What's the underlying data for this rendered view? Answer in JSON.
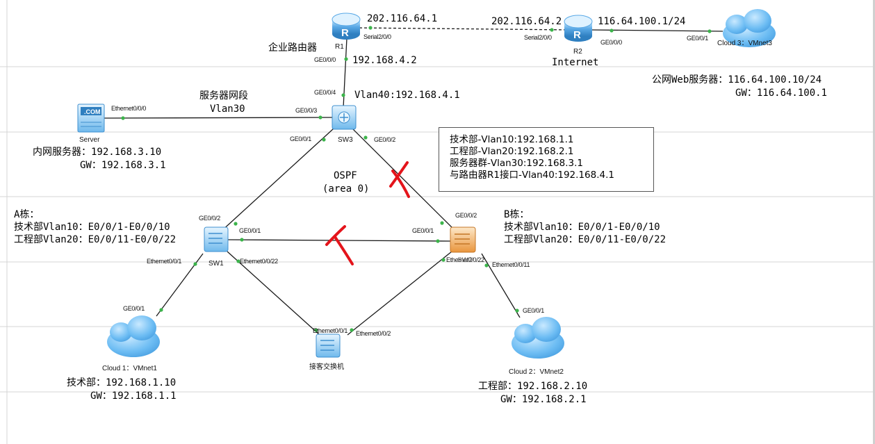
{
  "devices": {
    "r1": {
      "name": "R1",
      "role": "企业路由器"
    },
    "r2": {
      "name": "R2",
      "role": "Internet"
    },
    "sw3": {
      "name": "SW3"
    },
    "sw1": {
      "name": "SW1"
    },
    "sw2": {
      "name": "SW2"
    },
    "server": {
      "name": "Server",
      "badge": ".COM"
    },
    "access_switch": {
      "name": "接客交换机"
    },
    "cloud1": {
      "name": "Cloud 1：VMnet1"
    },
    "cloud2": {
      "name": "Cloud 2：VMnet2"
    },
    "cloud3": {
      "name": "Cloud 3：VMnet3"
    }
  },
  "ports": {
    "r1_serial": "Serial2/0/0",
    "r1_ge": "GE0/0/0",
    "r2_serial": "Serial2/0/0",
    "r2_ge": "GE0/0/0",
    "cloud3_ge": "GE0/0/1",
    "sw3_ge4": "GE0/0/4",
    "sw3_ge3": "GE0/0/3",
    "sw3_ge1": "GE0/0/1",
    "sw3_ge2": "GE0/0/2",
    "server_eth": "Ethernet0/0/0",
    "sw1_ge2": "GE0/0/2",
    "sw1_ge1": "GE0/0/1",
    "sw1_eth1": "Ethernet0/0/1",
    "sw1_eth22": "Ethernet0/0/22",
    "sw2_ge2": "GE0/0/2",
    "sw2_ge1": "GE0/0/1",
    "sw2_eth22": "Ethernet0/0/22",
    "sw2_eth11": "Ethernet0/0/11",
    "cloud1_ge": "GE0/0/1",
    "cloud2_ge": "GE0/0/1",
    "acc_eth1": "Ethernet0/0/1",
    "acc_eth2": "Ethernet0/0/2"
  },
  "labels": {
    "r1_ip_serial": "202.116.64.1",
    "r2_ip_serial": "202.116.64.2",
    "r2_ip_ge": "116.64.100.1/24",
    "r1_ip_ge": "192.168.4.2",
    "sw3_vlan40": "Vlan40:192.168.4.1",
    "server_segment": "服务器网段",
    "server_vlan": "Vlan30",
    "server_ip": "内网服务器：192.168.3.10",
    "server_gw": "GW：192.168.3.1",
    "web_server_ip": "公网Web服务器：116.64.100.10/24",
    "web_server_gw": "GW：116.64.100.1",
    "ospf": "OSPF",
    "ospf_area": "(area 0)",
    "building_a_title": "A栋：",
    "building_a_tech": "技术部Vlan10：E0/0/1-E0/0/10",
    "building_a_eng": "工程部Vlan20：E0/0/11-E0/0/22",
    "building_b_title": "B栋：",
    "building_b_tech": "技术部Vlan10：E0/0/1-E0/0/10",
    "building_b_eng": "工程部Vlan20：E0/0/11-E0/0/22",
    "tech_ip": "技术部：192.168.1.10",
    "tech_gw": "GW：192.168.1.1",
    "eng_ip": "工程部：192.168.2.10",
    "eng_gw": "GW：192.168.2.1"
  },
  "legend": [
    "技术部-Vlan10:192.168.1.1",
    "工程部-Vlan20:192.168.2.1",
    "服务器群-Vlan30:192.168.3.1",
    "与路由器R1接口-Vlan40:192.168.4.1"
  ],
  "colors": {
    "link": "#1a1a1a",
    "port_dot": "#3cb44b",
    "grid": "#c8c8c8",
    "router": "#5aa9e6",
    "switch_blue": "#8fc9f0",
    "switch_orange": "#f0a95a",
    "cloud": "#69b8f2",
    "cross": "#e4141b"
  }
}
